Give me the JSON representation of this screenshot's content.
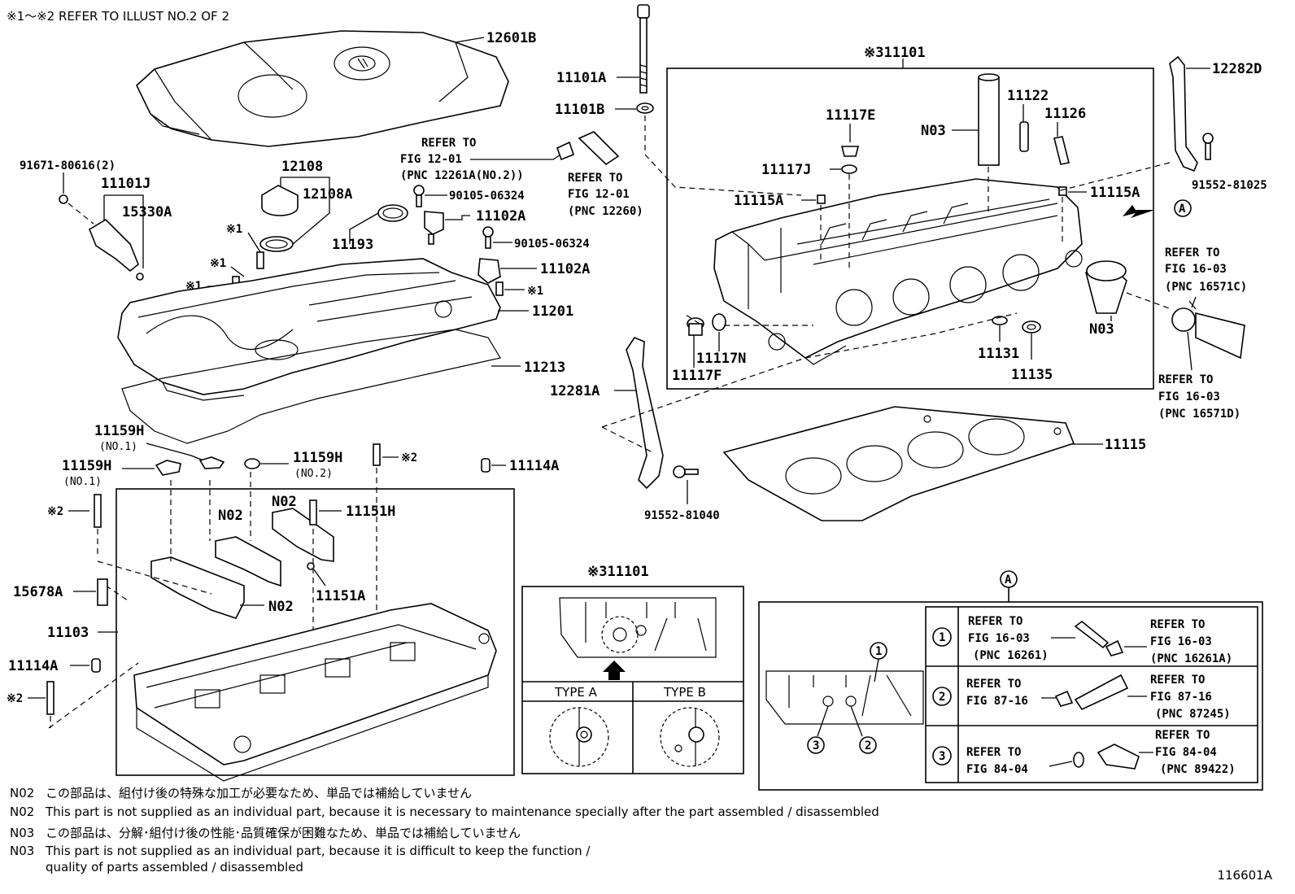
{
  "header_note": "※1～※2  REFER TO ILLUST NO.2 OF 2",
  "labels": {
    "p12601B": "12601B",
    "p91671": "91671-80616(2)",
    "p11101J": "11101J",
    "p15330A": "15330A",
    "p12108": "12108",
    "p12108A": "12108A",
    "p11193": "11193",
    "ref1201_a": "REFER TO",
    "ref1201_b": "FIG 12-01",
    "ref1201_c": "(PNC 12261A(NO.2))",
    "ref1201r_a": "REFER TO",
    "ref1201r_b": "FIG 12-01",
    "ref1201r_c": "(PNC 12260)",
    "p11101A": "11101A",
    "p11101B": "11101B",
    "p90105a": "90105-06324",
    "p11102A_1": "11102A",
    "p90105b": "90105-06324",
    "p11102A_2": "11102A",
    "s1_a": "※1",
    "s1_b": "※1",
    "s1_c": "※1",
    "s1_d": "※1",
    "p11201": "11201",
    "p11213": "11213",
    "p11159H_1": "11159H",
    "no1_a": "(NO.1)",
    "p11159H_2": "11159H",
    "no1_b": "(NO.1)",
    "p11159H_3": "11159H",
    "no2": "(NO.2)",
    "s2_a": "※2",
    "p11114A_1": "11114A",
    "s2_b": "※2",
    "n02_1": "N02",
    "n02_2": "N02",
    "p11151H": "11151H",
    "n02_3": "N02",
    "p11151A": "11151A",
    "p15678A": "15678A",
    "p11103": "11103",
    "p11114A_2": "11114A",
    "s2_c": "※2",
    "head_title": "※311101",
    "p11122": "11122",
    "p11126": "11126",
    "p11117E": "11117E",
    "n03_1": "N03",
    "p11117J": "11117J",
    "p11115A_1": "11115A",
    "p11115A_2": "11115A",
    "p12282D": "12282D",
    "p91552a": "91552-81025",
    "circleA": "A",
    "ref1603_a": "REFER TO",
    "ref1603_b": "FIG 16-03",
    "ref1603_c": "(PNC 16571C)",
    "n03_2": "N03",
    "ref1603d_a": "REFER TO",
    "ref1603d_b": "FIG 16-03",
    "ref1603d_c": "(PNC 16571D)",
    "p11117N": "11117N",
    "p11117F": "11117F",
    "p11131": "11131",
    "p11135": "11135",
    "p12281A": "12281A",
    "p11115": "11115",
    "p91552b": "91552-81040",
    "inset_title": "※311101",
    "type_a": "TYPE A",
    "type_b": "TYPE B",
    "detail_a": "A",
    "c1": "1",
    "c2": "2",
    "c3": "3",
    "r1_l1": "REFER TO",
    "r1_l2": "FIG 16-03",
    "r1_l3": "(PNC 16261)",
    "r1_r1": "REFER TO",
    "r1_r2": "FIG 16-03",
    "r1_r3": "(PNC 16261A)",
    "r2_l1": "REFER TO",
    "r2_l2": "FIG 87-16",
    "r2_r1": "REFER TO",
    "r2_r2": "FIG 87-16",
    "r2_r3": "(PNC 87245)",
    "r3_l1": "REFER TO",
    "r3_l2": "FIG 84-04",
    "r3_r1": "REFER TO",
    "r3_r2": "FIG 84-04",
    "r3_r3": "(PNC 89422)"
  },
  "notes": [
    {
      "code": "N02",
      "text": "この部品は、組付け後の特殊な加工が必要なため、単品では補給していません"
    },
    {
      "code": "N02",
      "text": "This part is not supplied as an individual part, because it is necessary to maintenance specially after the part assembled / disassembled"
    },
    {
      "code": "N03",
      "text": "この部品は、分解･組付け後の性能･品質確保が困難なため、単品では補給していません"
    },
    {
      "code": "N03",
      "text": "This part is not supplied as an individual part, because it is difficult to keep the function /"
    },
    {
      "code": "",
      "text": "quality of parts  assembled / disassembled"
    }
  ],
  "figure_number": "116601A"
}
